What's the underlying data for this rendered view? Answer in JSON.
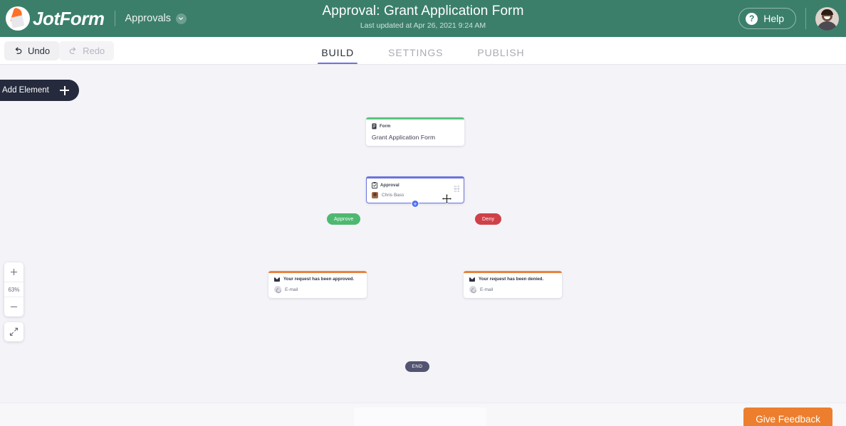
{
  "header": {
    "logo_text": "JotForm",
    "product_label": "Approvals",
    "title": "Approval: Grant Application Form",
    "subtitle": "Last updated at Apr 26, 2021 9:24 AM",
    "help_label": "Help",
    "help_icon": "question-mark-icon",
    "chevron_icon": "chevron-down-icon",
    "avatar_name": "user-avatar",
    "brand_color": "#3b7f6a"
  },
  "toolbar": {
    "undo_label": "Undo",
    "undo_icon": "undo-arrow-icon",
    "redo_label": "Redo",
    "redo_icon": "redo-arrow-icon",
    "redo_disabled": true
  },
  "tabs": [
    {
      "label": "BUILD",
      "active": true
    },
    {
      "label": "SETTINGS",
      "active": false
    },
    {
      "label": "PUBLISH",
      "active": false
    }
  ],
  "add_element": {
    "label": "Add Element",
    "icon": "plus-icon"
  },
  "flow": {
    "nodes": [
      {
        "id": "form",
        "kind": "Form",
        "kind_icon": "form-document-icon",
        "title": "Grant Application Form",
        "accent": "#5ac57f"
      },
      {
        "id": "approval",
        "kind": "Approval",
        "kind_icon": "clipboard-check-icon",
        "assignee": "Chris Bass",
        "accent": "#6c73e0",
        "selected": true,
        "grip_icon": "drag-grip-icon",
        "move_icon": "move-cursor-icon",
        "add_badge": "+"
      },
      {
        "id": "approved-email",
        "kind_icon": "envelope-icon",
        "message": "Your request has been approved.",
        "channel": "E-mail",
        "channel_icon": "email-circle-icon",
        "accent": "#e8823c"
      },
      {
        "id": "denied-email",
        "kind_icon": "envelope-icon",
        "message": "Your request has been denied.",
        "channel": "E-mail",
        "channel_icon": "email-circle-icon",
        "accent": "#e8823c"
      }
    ],
    "branches": [
      {
        "label": "Approve",
        "color": "#4eb871"
      },
      {
        "label": "Deny",
        "color": "#cf4149"
      }
    ],
    "end_label": "END"
  },
  "zoom": {
    "in_icon": "plus-icon",
    "out_icon": "minus-icon",
    "level": "63%",
    "fit_icon": "fit-to-screen-icon"
  },
  "footer": {
    "feedback_label": "Give Feedback",
    "feedback_color": "#ec7e2d"
  }
}
